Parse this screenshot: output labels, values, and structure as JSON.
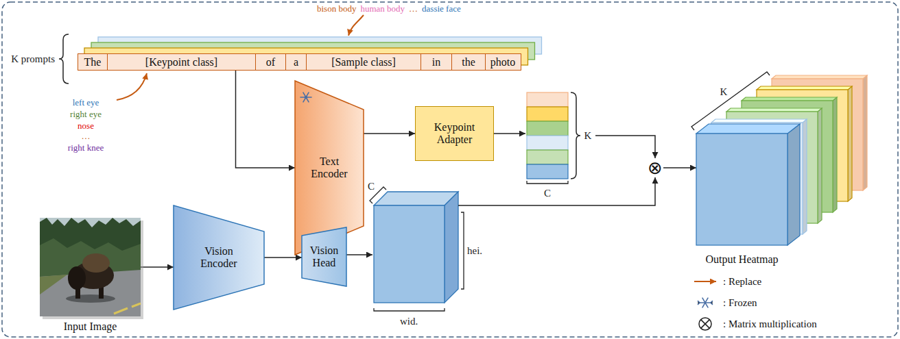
{
  "diagram": {
    "nodes": [
      {
        "text": [
          "The"
        ]
      },
      {
        "text": [
          "[Keypoint class]"
        ]
      },
      {
        "text": [
          "of"
        ]
      },
      {
        "text": [
          "a"
        ]
      },
      {
        "text": [
          "[Sample class]"
        ]
      },
      {
        "text": [
          "in"
        ]
      },
      {
        "text": [
          "the"
        ]
      },
      {
        "text": [
          "photo"
        ]
      },
      {
        "text": [
          "Text Encoder"
        ]
      },
      {
        "text": [
          "Keypoint Adapter"
        ]
      },
      {
        "text": [
          "⊗"
        ]
      },
      {
        "text": [
          "Output Heatmap"
        ]
      },
      {
        "text": [
          "Input Image"
        ]
      },
      {
        "text": [
          "Vision Encoder"
        ]
      },
      {
        "text": [
          "Vision Head"
        ]
      }
    ],
    "edges": [
      {
        "from": 1,
        "to": 8,
        "arrow": "to"
      },
      {
        "from": 8,
        "to": 9,
        "arrow": "to"
      },
      {
        "from": 10,
        "to": 11,
        "arrow": "to"
      },
      {
        "from": 12,
        "to": 13,
        "arrow": "to"
      },
      {
        "from": 13,
        "to": 14,
        "arrow": "to"
      }
    ],
    "labels": [
      "K prompts",
      "bison body",
      "human body",
      "…",
      "dassie face",
      "left eye",
      "right eye",
      "nose",
      "…",
      "right knee",
      "K",
      "C",
      "C",
      "hei.",
      "wid.",
      "K"
    ],
    "legend": [
      {
        "text": ": Replace"
      },
      {
        "text": ": Frozen"
      },
      {
        "text": ": Matrix multiplication"
      }
    ]
  }
}
